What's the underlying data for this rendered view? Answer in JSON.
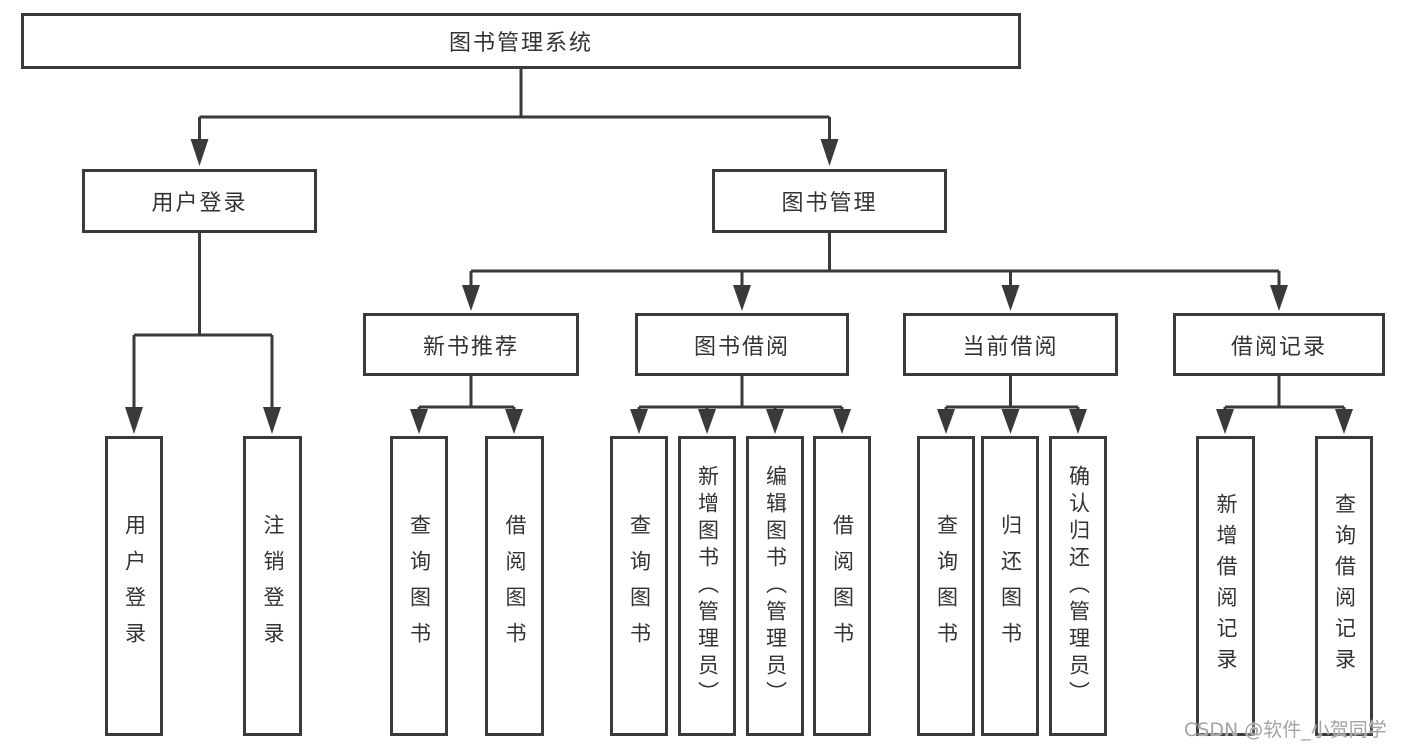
{
  "diagram": {
    "root": {
      "label": "图书管理系统"
    },
    "level1": [
      {
        "label": "用户登录",
        "children": [
          {
            "label": "用户登录"
          },
          {
            "label": "注销登录"
          }
        ]
      },
      {
        "label": "图书管理",
        "children": [
          {
            "label": "新书推荐",
            "children": [
              {
                "label": "查询图书"
              },
              {
                "label": "借阅图书"
              }
            ]
          },
          {
            "label": "图书借阅",
            "children": [
              {
                "label": "查询图书"
              },
              {
                "label": "新增图书（管理员）"
              },
              {
                "label": "编辑图书（管理员）"
              },
              {
                "label": "借阅图书"
              }
            ]
          },
          {
            "label": "当前借阅",
            "children": [
              {
                "label": "查询图书"
              },
              {
                "label": "归还图书"
              },
              {
                "label": "确认归还（管理员）"
              }
            ]
          },
          {
            "label": "借阅记录",
            "children": [
              {
                "label": "新增借阅记录"
              },
              {
                "label": "查询借阅记录"
              }
            ]
          }
        ]
      }
    ]
  },
  "watermark": {
    "text": "CSDN @软件_小贺同学"
  },
  "colors": {
    "line": "#3a3a3a",
    "box_border": "#3a3a3a",
    "box_fill": "#ffffff",
    "text": "#333333",
    "watermark": "#a3a3a3",
    "background": "#ffffff"
  }
}
